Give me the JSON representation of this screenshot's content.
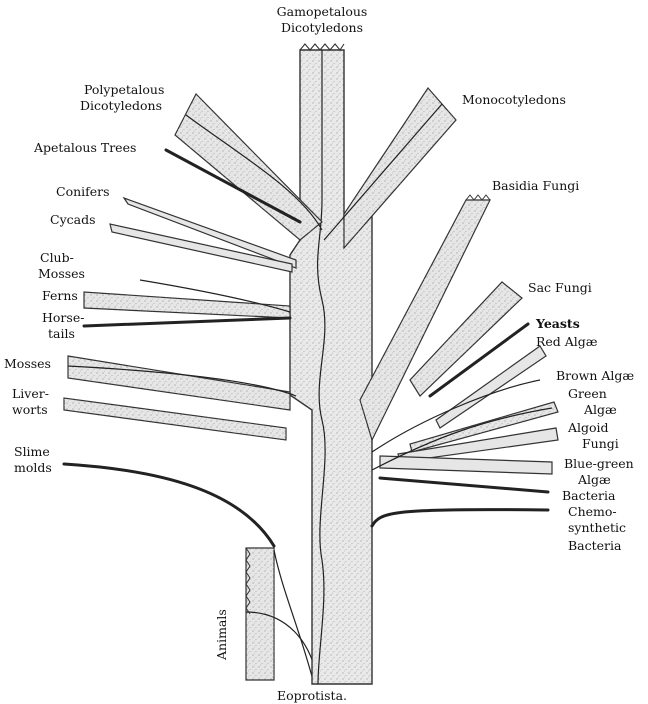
{
  "diagram": {
    "labels": {
      "gamopetalous": [
        "Gamopetalous",
        "Dicotyledons"
      ],
      "polypetalous": [
        "Polypetalous",
        "Dicotyledons"
      ],
      "monocotyledons": "Monocotyledons",
      "apetalous": "Apetalous Trees",
      "basidia": "Basidia Fungi",
      "conifers": "Conifers",
      "cycads": "Cycads",
      "club_mosses": [
        "Club-",
        "Mosses"
      ],
      "ferns": "Ferns",
      "horsetails": [
        "Horse-",
        "tails"
      ],
      "sac_fungi": "Sac Fungi",
      "yeasts": "Yeasts",
      "red_algae": "Red Algæ",
      "mosses": "Mosses",
      "liverworts": [
        "Liver-",
        "worts"
      ],
      "brown_algae": "Brown Algæ",
      "green_algae": [
        "Green",
        "Algæ"
      ],
      "algoid_fungi": [
        "Algoid",
        "Fungi"
      ],
      "slime_molds": [
        "Slime",
        "molds"
      ],
      "blue_green_algae": [
        "Blue-green",
        "Algæ"
      ],
      "bacteria": "Bacteria",
      "chemosynthetic": [
        "Chemo-",
        "synthetic",
        "Bacteria"
      ],
      "animals": "Animals",
      "root": "Eoprotista."
    }
  }
}
